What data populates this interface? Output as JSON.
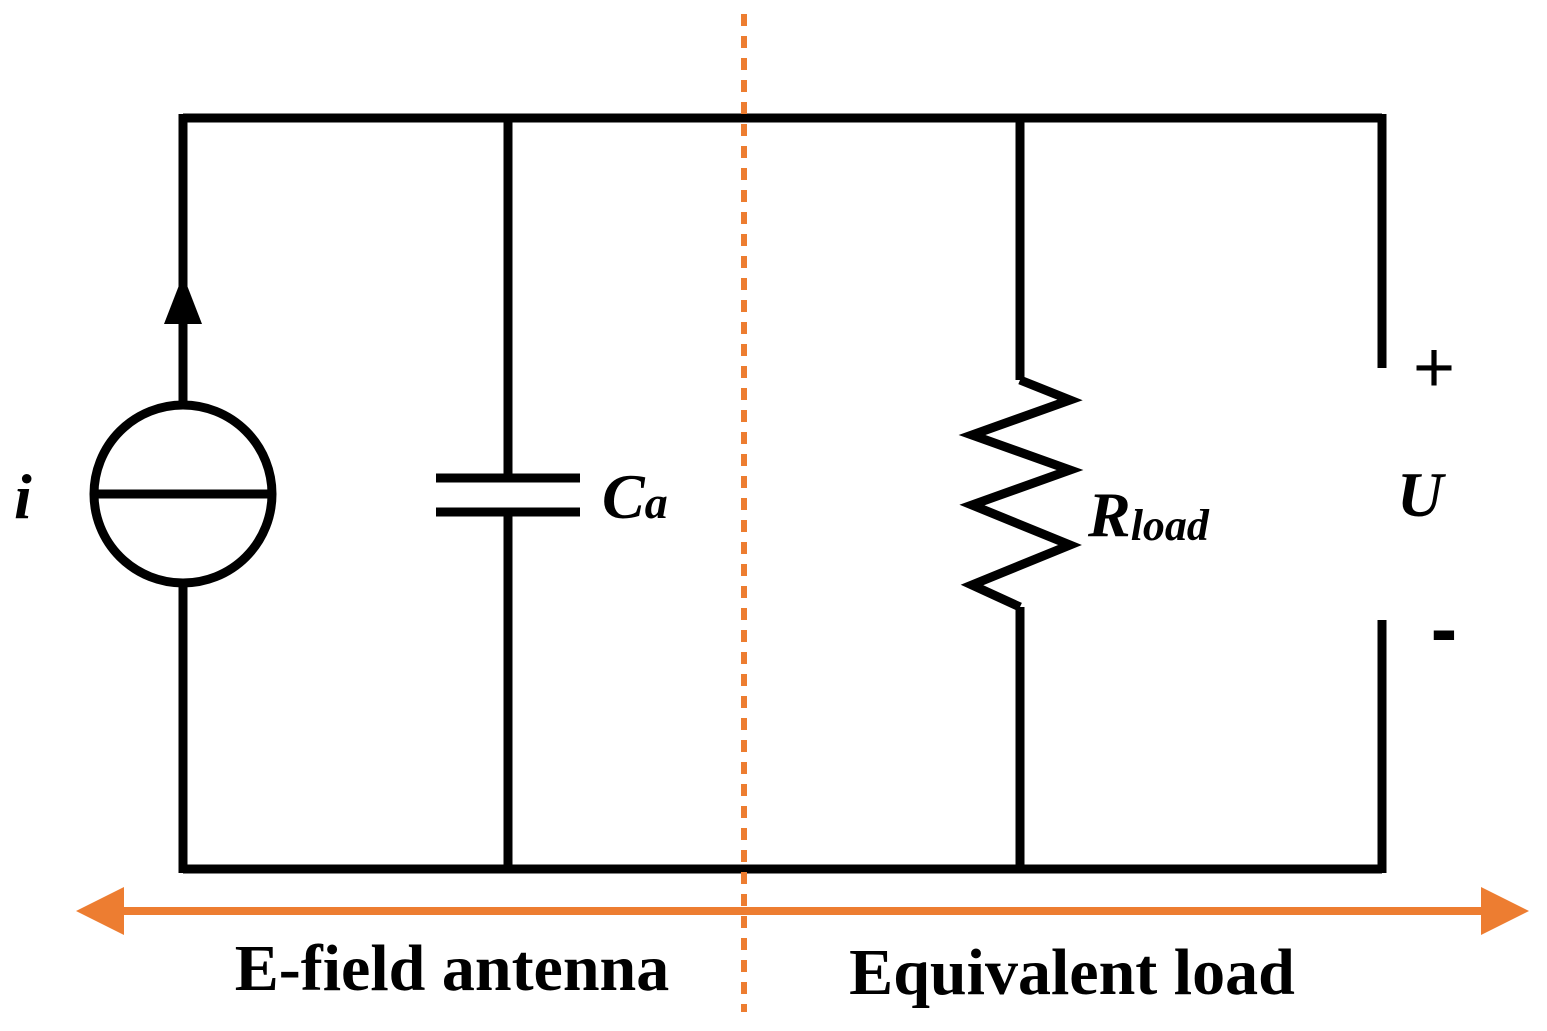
{
  "colors": {
    "wire": "#000000",
    "accent": "#ED7D31",
    "background": "#FFFFFF"
  },
  "labels": {
    "current_source": "i",
    "capacitor_main": "C",
    "capacitor_sub": "a",
    "resistor_main": "R",
    "resistor_sub": "load",
    "voltage": "U",
    "plus": "+",
    "minus": "-"
  },
  "regions": {
    "left": "E-field antenna",
    "right": "Equivalent load"
  }
}
